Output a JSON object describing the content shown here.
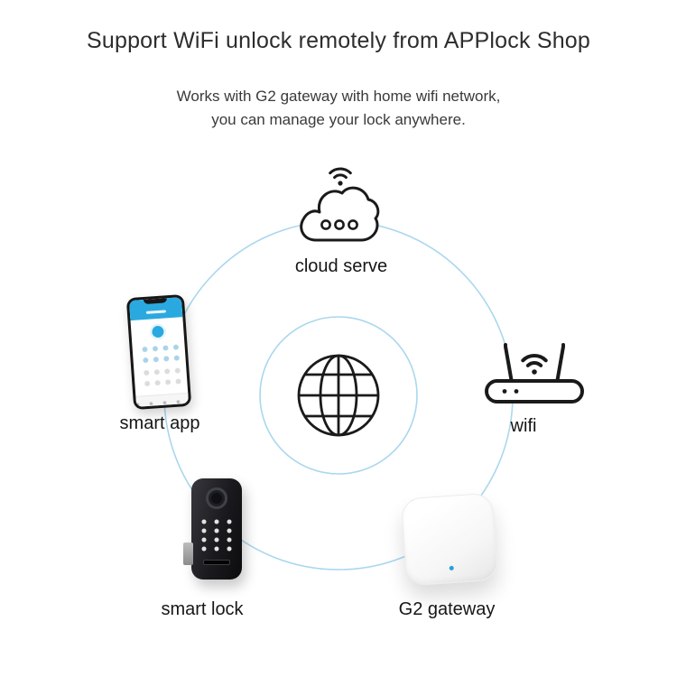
{
  "header": {
    "title": "Support WiFi unlock remotely from APPlock Shop",
    "subtitle_line1": "Works with G2 gateway with home wifi network,",
    "subtitle_line2": "you can manage your lock anywhere."
  },
  "diagram": {
    "nodes": {
      "cloud": {
        "label": "cloud serve"
      },
      "app": {
        "label": "smart app"
      },
      "wifi": {
        "label": "wifi"
      },
      "lock": {
        "label": "smart lock"
      },
      "gateway": {
        "label": "G2 gateway"
      }
    }
  },
  "colors": {
    "accent_blue": "#29abe2",
    "connection_circle": "#aad7ee",
    "icon_stroke": "#1a1a1a",
    "title_text": "#2d2d2d",
    "body_text": "#3a3a3a"
  }
}
